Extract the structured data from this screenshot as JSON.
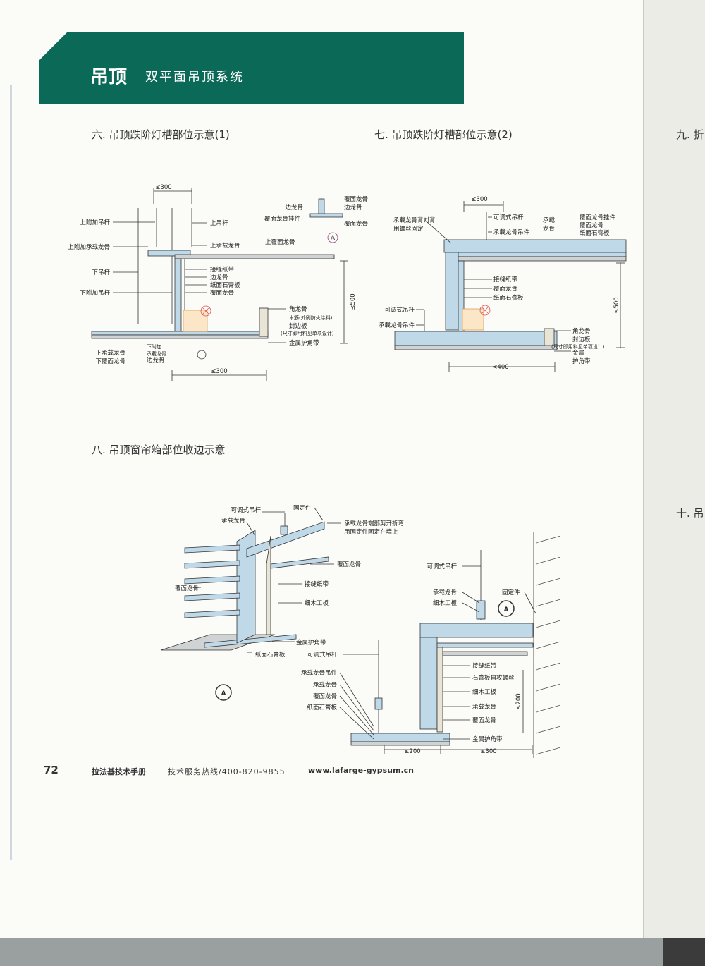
{
  "header": {
    "title_main": "吊顶",
    "title_sub": "双平面吊顶系统"
  },
  "sections": {
    "six": "六. 吊顶跌阶灯槽部位示意(1)",
    "seven": "七. 吊顶跌阶灯槽部位示意(2)",
    "eight": "八. 吊顶窗帘箱部位收边示意"
  },
  "right_page": {
    "nine": "九. 折",
    "ten": "十. 吊"
  },
  "fig1": {
    "dim_top": "≤300",
    "dim_bottom": "≤300",
    "dim_side": "≤500",
    "labels_left": [
      "上附加吊杆",
      "上附加承载龙骨",
      "下吊杆",
      "下附加吊杆"
    ],
    "labels_upper": [
      "上吊杆",
      "上承载龙骨",
      "上覆面龙骨"
    ],
    "labels_mid": [
      "接缝纸带",
      "边龙骨",
      "纸面石膏板",
      "覆面龙骨"
    ],
    "labels_right": [
      "角龙骨",
      "木筋(外刷防火涂料)",
      "封边板",
      "(尺寸即用料见单项设计)",
      "金属护角带"
    ],
    "labels_bottom_left": [
      "下承载龙骨",
      "下覆面龙骨"
    ],
    "labels_bottom_mid": [
      "下附加",
      "承载龙骨",
      "边龙骨"
    ],
    "detail": [
      "边龙骨",
      "覆面龙骨挂件",
      "覆面龙骨",
      "边龙骨",
      "覆面龙骨"
    ],
    "detail_marker": "A"
  },
  "fig2": {
    "dim_top": "≤300",
    "dim_bottom": "<400",
    "dim_side": "≤500",
    "labels_top_left": [
      "承载龙骨背对背",
      "用螺丝固定"
    ],
    "labels_top": [
      "可调式吊杆",
      "承载龙骨吊件",
      "承载",
      "龙骨"
    ],
    "labels_top_right": [
      "覆面龙骨挂件",
      "覆面龙骨",
      "纸面石膏板"
    ],
    "labels_mid": [
      "接缝纸带",
      "覆面龙骨",
      "纸面石膏板"
    ],
    "labels_left": [
      "可调式吊杆",
      "承载龙骨吊件"
    ],
    "labels_right": [
      "角龙骨",
      "封边板",
      "(尺寸即用料见单项设计)",
      "金属",
      "护角带"
    ]
  },
  "fig3": {
    "marker": "A",
    "labels": [
      "可调式吊杆",
      "固定件",
      "承载龙骨",
      "承载龙骨端部剪开折弯",
      "用固定件固定在墙上",
      "覆面龙骨",
      "覆面龙骨",
      "接缝纸带",
      "细木工板",
      "金属护角带",
      "纸面石膏板",
      "可调式吊杆"
    ]
  },
  "fig4": {
    "marker": "A",
    "dim_bottom_left": "≤200",
    "dim_bottom_right": "≤300",
    "dim_side": "≤200",
    "labels_top": [
      "可调式吊杆",
      "承载龙骨",
      "细木工板",
      "固定件"
    ],
    "labels_right": [
      "接缝纸带",
      "石膏板自攻螺丝",
      "细木工板",
      "承载龙骨",
      "覆面龙骨",
      "金属护角带"
    ],
    "labels_left": [
      "承载龙骨吊件",
      "承载龙骨",
      "覆面龙骨",
      "纸面石膏板"
    ]
  },
  "footer": {
    "page": "72",
    "book": "拉法基技术手册",
    "hotline": "技术服务热线/400-820-9855",
    "url": "www.lafarge-gypsum.cn"
  },
  "colors": {
    "banner": "#0b6a57",
    "member": "#bfd9e8",
    "board": "#cfd3d3"
  }
}
